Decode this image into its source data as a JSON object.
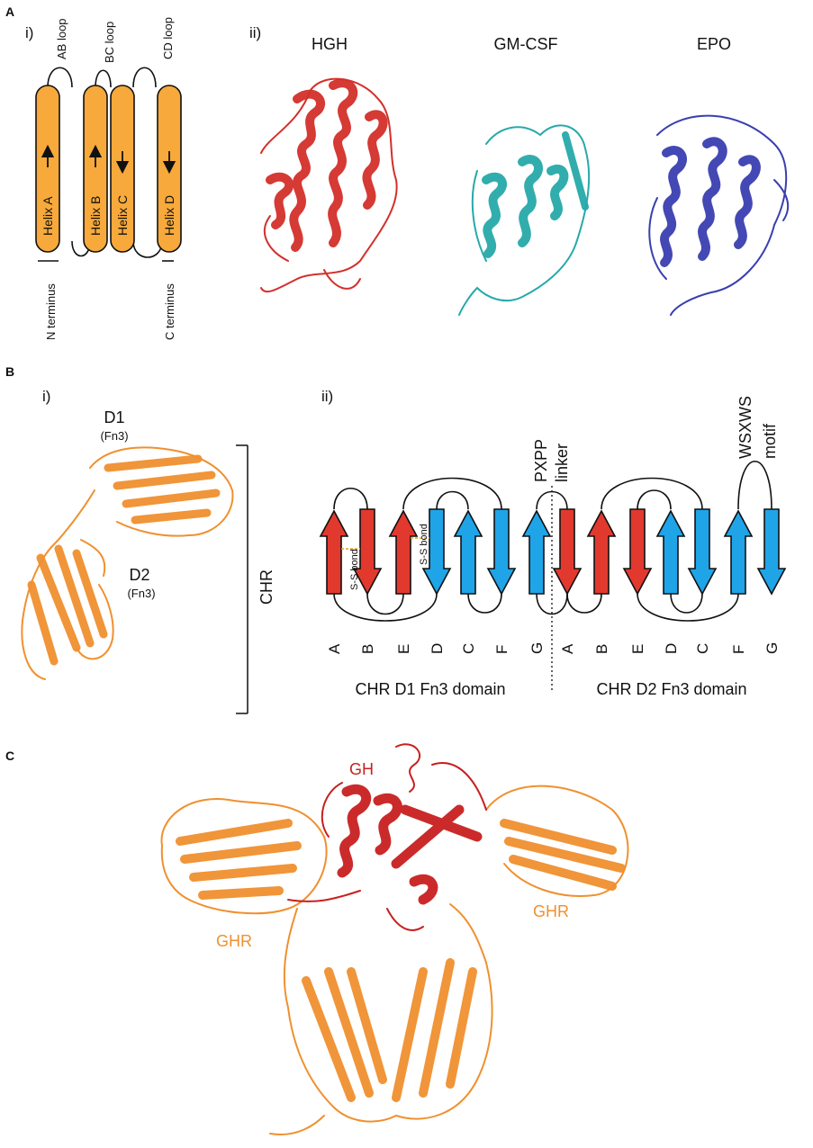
{
  "colors": {
    "helix_fill": "#f7a93b",
    "hgh": "#d3302a",
    "gmcsf": "#27a9a9",
    "epo": "#3a3fb0",
    "fn3": "#f0902f",
    "strand_red": "#e2392f",
    "strand_blue": "#1fa4e8",
    "gh": "#c8201f",
    "ghr_text": "#f0902f",
    "disulfide": "#e0a020"
  },
  "panelA": {
    "label": "A",
    "i_label": "i)",
    "ii_label": "ii)",
    "loops": [
      "AB loop",
      "BC loop",
      "CD loop"
    ],
    "helices": [
      "Helix A",
      "Helix B",
      "Helix C",
      "Helix D"
    ],
    "n_terminus": "N terminus",
    "c_terminus": "C terminus",
    "structures": [
      "HGH",
      "GM-CSF",
      "EPO"
    ]
  },
  "panelB": {
    "label": "B",
    "i_label": "i)",
    "ii_label": "ii)",
    "d1": "D1",
    "d1_sub": "(Fn3)",
    "d2": "D2",
    "d2_sub": "(Fn3)",
    "chr": "CHR",
    "pxpp_line1": "PXPP",
    "pxpp_line2": "linker",
    "wsxws_line1": "WSXWS",
    "wsxws_line2": "motif",
    "ss_bond": "S-S bond",
    "strands_d1": [
      "A",
      "B",
      "E",
      "D",
      "C",
      "F",
      "G"
    ],
    "strands_d2": [
      "A",
      "B",
      "E",
      "D",
      "C",
      "F",
      "G"
    ],
    "d1_caption": "CHR D1 Fn3 domain",
    "d2_caption": "CHR D2 Fn3 domain"
  },
  "panelC": {
    "label": "C",
    "gh": "GH",
    "ghr_left": "GHR",
    "ghr_right": "GHR"
  }
}
